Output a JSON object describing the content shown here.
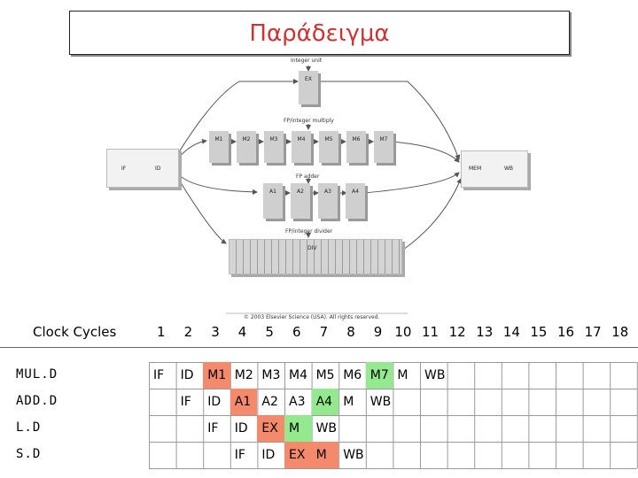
{
  "title": "Παράδειγμα",
  "diagram": {
    "integer_unit_label": "Integer unit",
    "ex_label": "EX",
    "multiply_label": "FP/integer multiply",
    "multiply_stages": [
      "M1",
      "M2",
      "M3",
      "M4",
      "M5",
      "M6",
      "M7"
    ],
    "adder_label": "FP adder",
    "adder_stages": [
      "A1",
      "A2",
      "A3",
      "A4"
    ],
    "divider_label": "FP/integer divider",
    "div_label": "DIV",
    "if_label": "IF",
    "id_label": "ID",
    "mem_label": "MEM",
    "wb_label": "WB",
    "copyright": "© 2003 Elsevier Science (USA). All rights reserved."
  },
  "table": {
    "header_label": "Clock Cycles",
    "cycles": [
      "1",
      "2",
      "3",
      "4",
      "5",
      "6",
      "7",
      "8",
      "9",
      "10",
      "11",
      "12",
      "13",
      "14",
      "15",
      "16",
      "17",
      "18"
    ],
    "rows": [
      {
        "instr": "MUL.D",
        "start": 0,
        "stages": [
          "IF",
          "ID",
          "M1",
          "M2",
          "M3",
          "M4",
          "M5",
          "M6",
          "M7",
          "M",
          "WB"
        ],
        "red": [
          2
        ],
        "green": [
          8
        ]
      },
      {
        "instr": "ADD.D",
        "start": 1,
        "stages": [
          "IF",
          "ID",
          "A1",
          "A2",
          "A3",
          "A4",
          "M",
          "WB"
        ],
        "red": [
          2
        ],
        "green": [
          5
        ]
      },
      {
        "instr": "L.D",
        "start": 2,
        "stages": [
          "IF",
          "ID",
          "EX",
          "M",
          "WB"
        ],
        "red": [
          2
        ],
        "green": [
          3
        ]
      },
      {
        "instr": "S.D",
        "start": 3,
        "stages": [
          "IF",
          "ID",
          "EX",
          "M",
          "WB"
        ],
        "red": [
          2,
          3
        ],
        "green": []
      }
    ],
    "colors": {
      "red": "#f4896b",
      "green": "#93ea8e"
    }
  }
}
